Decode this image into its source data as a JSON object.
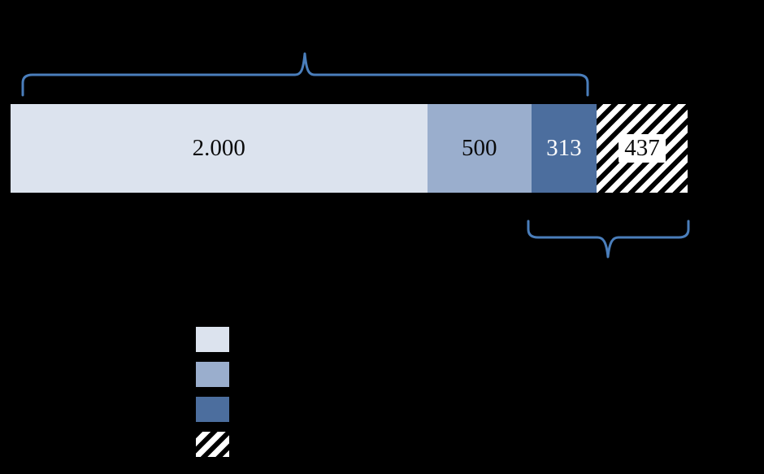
{
  "canvas": {
    "background": "#000000"
  },
  "chart_data": {
    "type": "bar",
    "subtype": "horizontal-stacked-single-bar",
    "title": "",
    "categories": [
      "segment-1",
      "segment-2",
      "segment-3",
      "segment-4"
    ],
    "values": [
      2000,
      500,
      313,
      437
    ],
    "labels": [
      "2.000",
      "500",
      "313",
      "437"
    ],
    "colors": [
      "#dce3ee",
      "#9aaecd",
      "#4c6e9e",
      "hatch"
    ],
    "label_colors": [
      "#0a0a0a",
      "#0a0a0a",
      "#ffffff",
      "#0a0a0a"
    ],
    "total": 3250,
    "annotations": {
      "top_brace": {
        "covers_segments": [
          0,
          1,
          2
        ],
        "label": ""
      },
      "bottom_brace": {
        "covers_segments": [
          2,
          3
        ],
        "label": ""
      }
    },
    "legend": {
      "position": "bottom-left",
      "labels_visible": false,
      "swatch_fills": [
        "#dce3ee",
        "#9aaecd",
        "#4c6e9e",
        "hatch"
      ]
    }
  },
  "accent": {
    "brace_color": "#4a7ebb"
  }
}
